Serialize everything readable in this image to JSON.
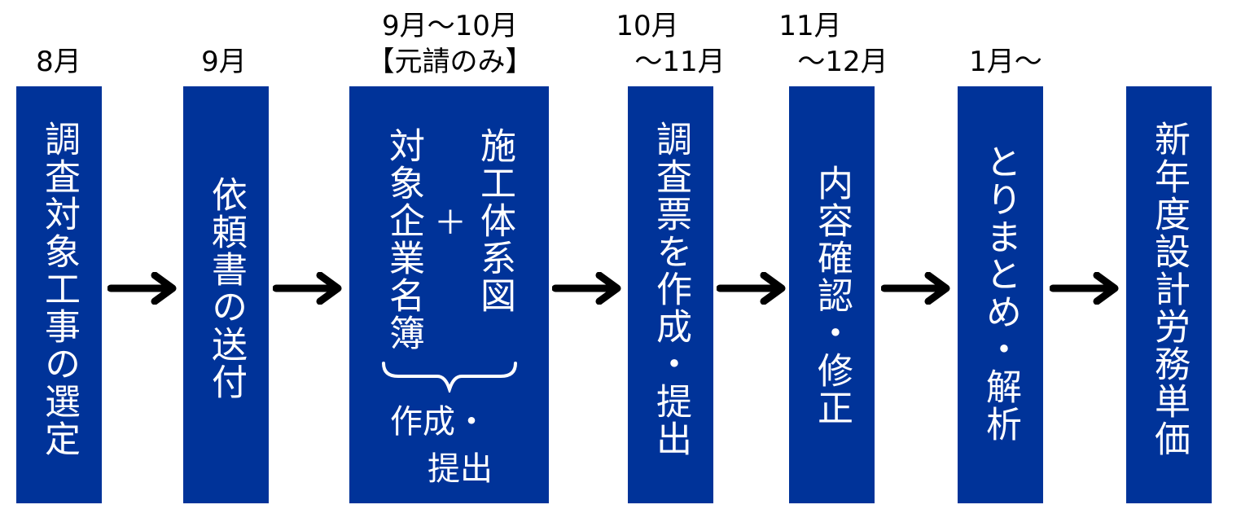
{
  "steps": [
    {
      "period": "8月",
      "text": "調査対象工事の選定"
    },
    {
      "period": "9月",
      "text": "依頼書の送付"
    },
    {
      "period": "9月～10月",
      "note": "【元請のみ】",
      "left_text": "対象企業名簿",
      "plus": "＋",
      "right_text": "施工体系図",
      "action_line1": "作成・",
      "action_line2": "提出"
    },
    {
      "period_line1": "10月",
      "period_line2": "～11月",
      "text": "調査票を作成・提出"
    },
    {
      "period_line1": "11月",
      "period_line2": "～12月",
      "text": "内容確認・修正"
    },
    {
      "period": "1月～",
      "text": "とりまとめ・解析"
    },
    {
      "text": "新年度設計労務単価"
    }
  ],
  "colors": {
    "box": "#003399",
    "box_text": "#ffffff",
    "arrow": "#000000"
  }
}
